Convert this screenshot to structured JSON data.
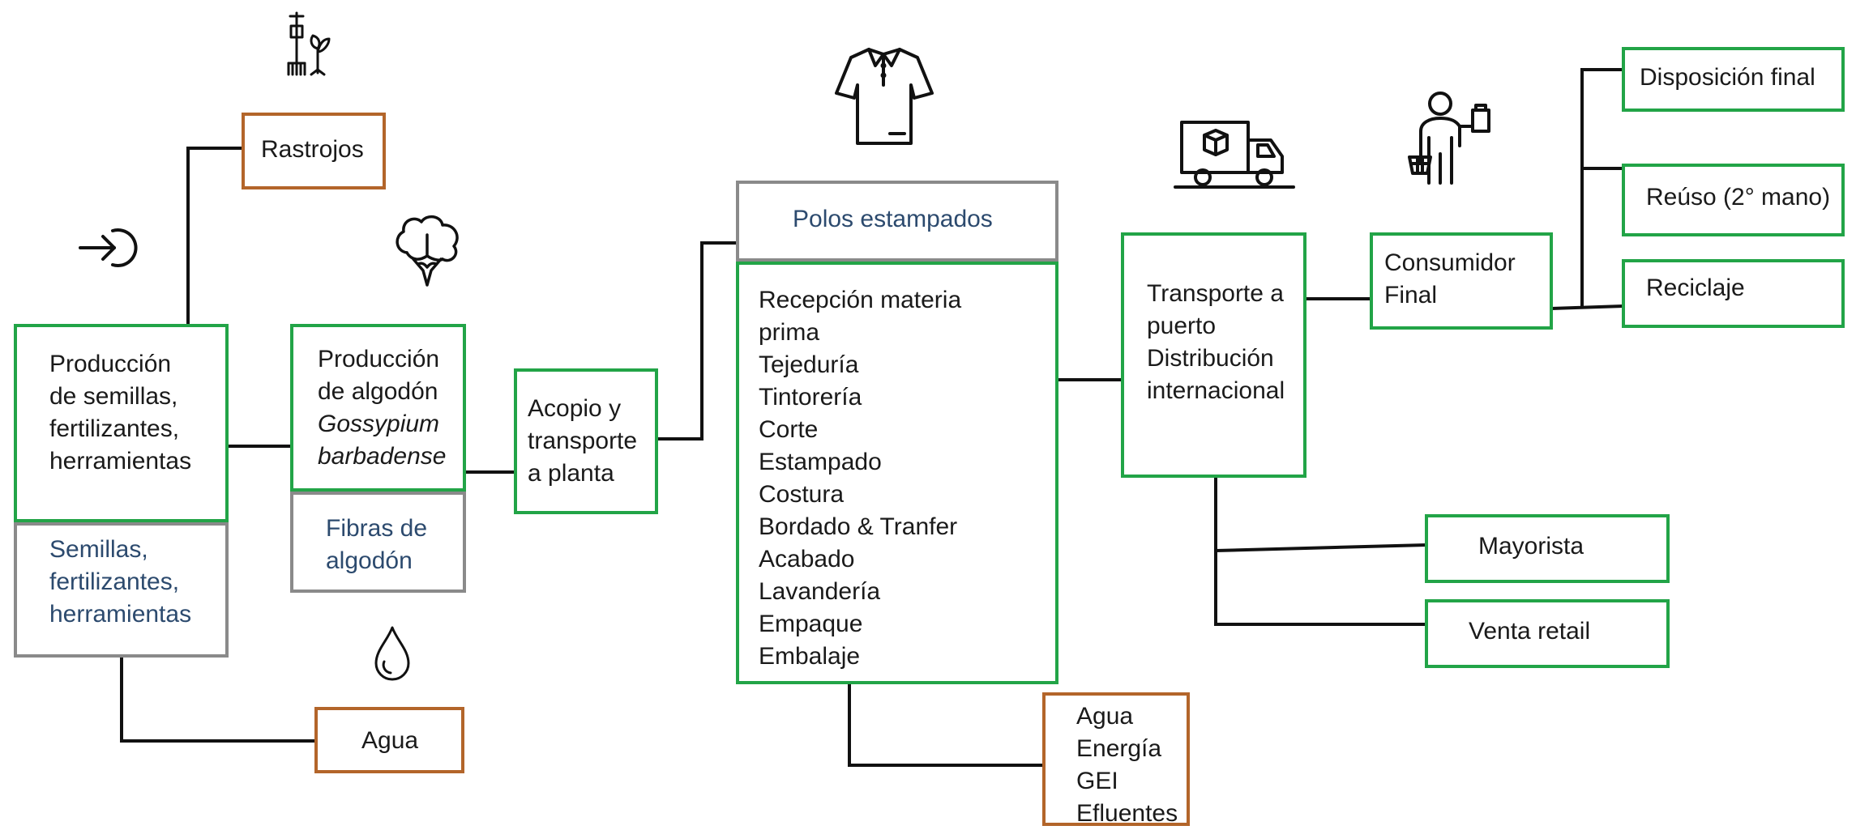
{
  "nodes": {
    "rastrojos": "Rastrojos",
    "produccion_semillas": [
      "Producción",
      "de semillas,",
      "fertilizantes,",
      "herramientas"
    ],
    "semillas_output": [
      "Semillas,",
      "fertilizantes,",
      "herramientas"
    ],
    "agua_1": "Agua",
    "produccion_algodon": [
      "Producción",
      "de algodón"
    ],
    "produccion_algodon_species": [
      "Gossypium",
      "barbadense"
    ],
    "fibras": [
      "Fibras de",
      "algodón"
    ],
    "acopio": [
      "Acopio y",
      "transporte",
      "a planta"
    ],
    "polos_header": "Polos estampados",
    "process_steps": [
      "Recepción materia",
      "prima",
      "Tejeduría",
      "Tintorería",
      "Corte",
      "Estampado",
      "Costura",
      "Bordado & Tranfer",
      "Acabado",
      "Lavandería",
      "Empaque",
      "Embalaje"
    ],
    "impactos": [
      "Agua",
      "Energía",
      "GEI",
      "Efluentes"
    ],
    "transporte": [
      "Transporte a",
      "puerto",
      "Distribución",
      "internacional"
    ],
    "consumidor": [
      "Consumidor",
      "Final"
    ],
    "disposicion": "Disposición final",
    "reuso": "Reúso (2° mano)",
    "reciclaje": "Reciclaje",
    "mayorista": "Mayorista",
    "venta_retail": "Venta retail"
  },
  "colors": {
    "process_border": "#22a447",
    "resource_border": "#b3652a",
    "product_border": "#8a8a8a",
    "product_text": "#2c4a6e",
    "connector": "#111111"
  },
  "icons": [
    "input-arrow-icon",
    "planting-tools-icon",
    "cotton-boll-icon",
    "water-drop-icon",
    "shirt-icon",
    "delivery-truck-icon",
    "shopper-icon"
  ]
}
